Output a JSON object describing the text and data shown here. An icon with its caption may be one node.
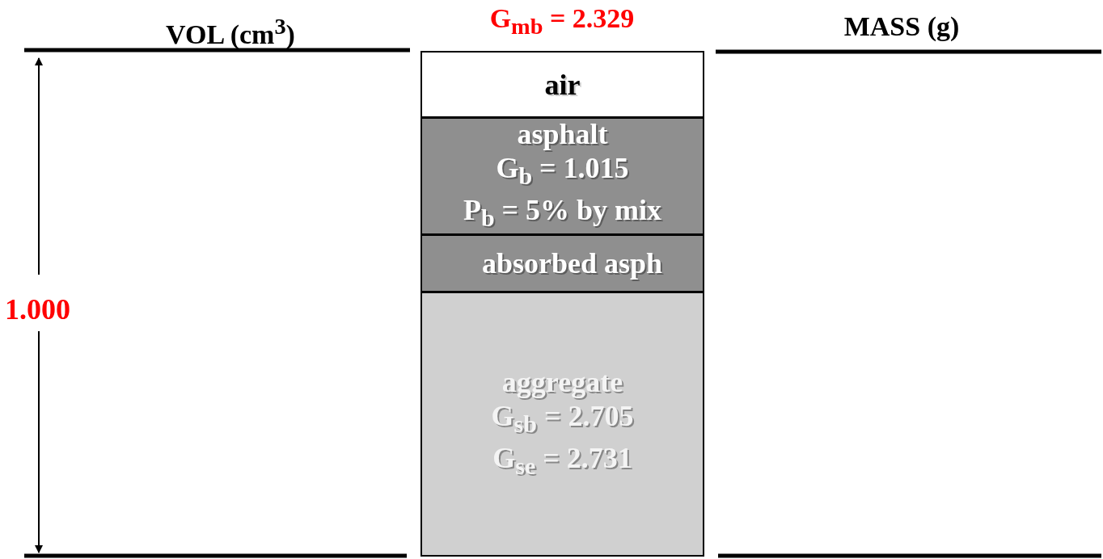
{
  "diagram": {
    "title": "G$_{mb}$ = 2.329",
    "nodes": [
      {
        "text": [
          "air"
        ]
      },
      {
        "text": [
          "asphalt",
          "G$_{b}$ = 1.015",
          "P$_{b}$ = 5% by mix"
        ]
      },
      {
        "text": [
          "absorbed asph"
        ]
      },
      {
        "text": [
          "aggregate",
          "G$_{sb}$ = 2.705",
          "G$_{se}$ = 2.731"
        ]
      }
    ],
    "edges": [],
    "labels": [
      "VOL (cm$^{3}$)",
      "MASS (g)",
      "1.000"
    ]
  }
}
